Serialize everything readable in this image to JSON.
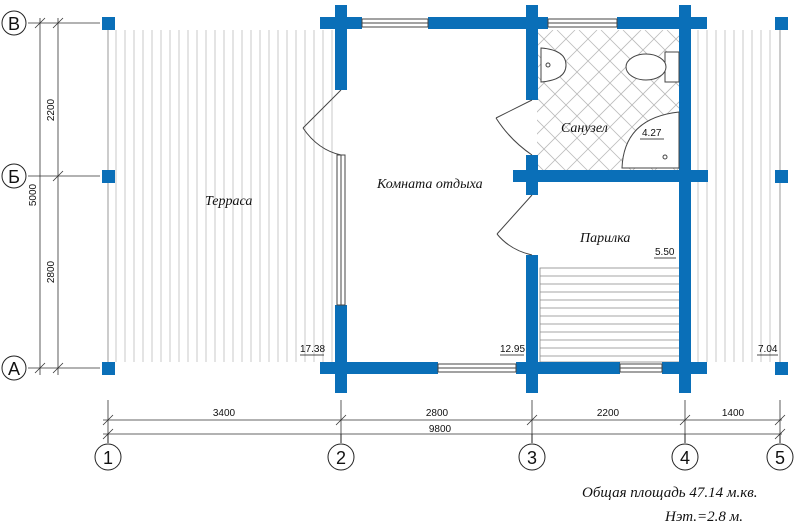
{
  "rooms": {
    "terrace": "Терраса",
    "lounge": "Комната отдыха",
    "bathroom": "Санузел",
    "steam_room": "Парилка"
  },
  "areas": {
    "terrace_left": "17.38",
    "lounge": "12.95",
    "bathroom": "4.27",
    "steam_room": "5.50",
    "terrace_right": "7.04"
  },
  "axes": {
    "columns": [
      "1",
      "2",
      "3",
      "4",
      "5"
    ],
    "rows": [
      "В",
      "Б",
      "А"
    ]
  },
  "dimensions": {
    "horizontal": [
      "3400",
      "2800",
      "2200",
      "1400"
    ],
    "horizontal_total": "9800",
    "vertical": [
      "2200",
      "2800"
    ],
    "vertical_total": "5000"
  },
  "notes": {
    "total_area": "Общая площадь 47.14 м.кв.",
    "floor_height": "Нэт.=2.8 м."
  },
  "colors": {
    "wall": "#0a6fb8",
    "line": "#222222",
    "hatch": "#c8c8c8"
  }
}
